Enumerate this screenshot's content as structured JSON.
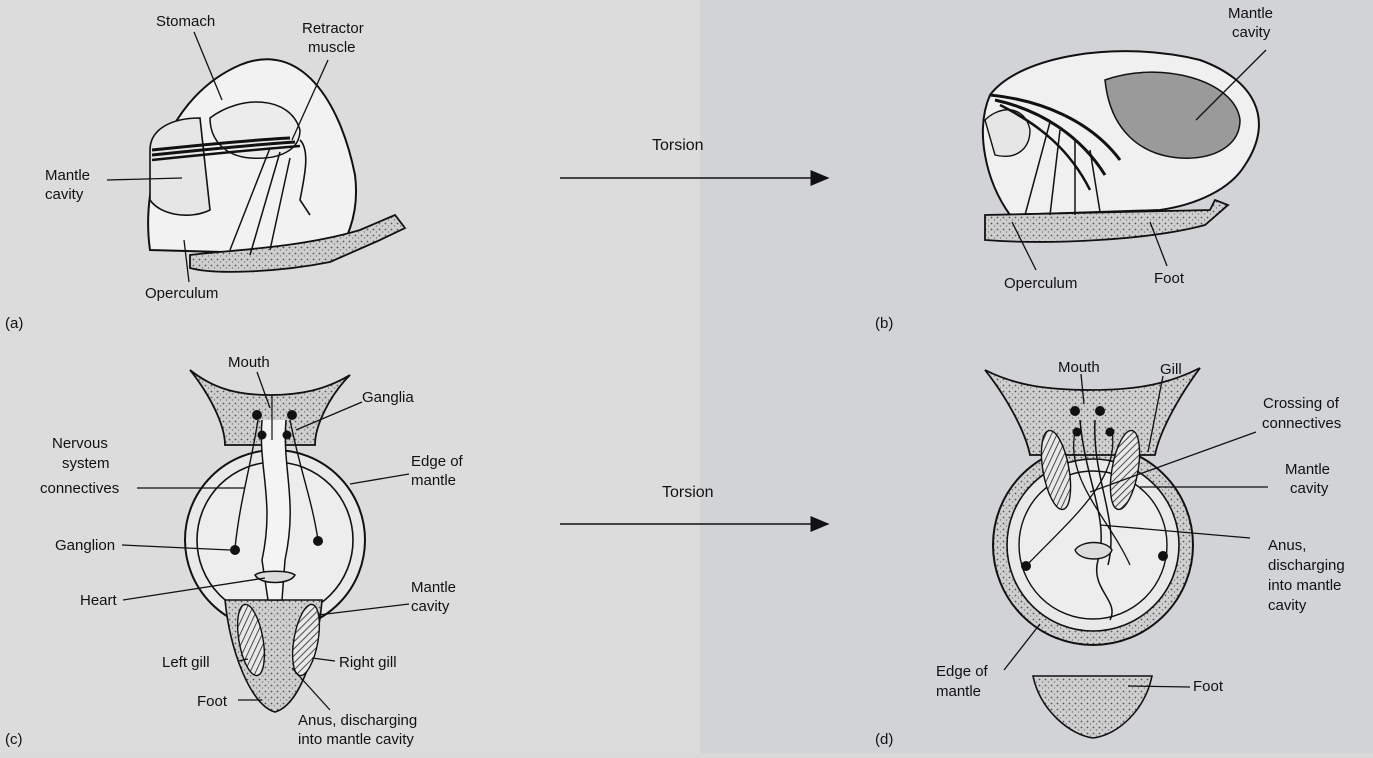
{
  "panels": {
    "a": {
      "letter": "(a)",
      "labels": {
        "stomach": "Stomach",
        "retractor_1": "Retractor",
        "retractor_2": "muscle",
        "mantle_1": "Mantle",
        "mantle_2": "cavity",
        "operculum": "Operculum"
      }
    },
    "b": {
      "letter": "(b)",
      "labels": {
        "mantle_1": "Mantle",
        "mantle_2": "cavity",
        "operculum": "Operculum",
        "foot": "Foot"
      }
    },
    "c": {
      "letter": "(c)",
      "labels": {
        "mouth": "Mouth",
        "ganglia": "Ganglia",
        "nervous_1": "Nervous",
        "nervous_2": "system",
        "nervous_3": "connectives",
        "edge_1": "Edge of",
        "edge_2": "mantle",
        "ganglion": "Ganglion",
        "heart": "Heart",
        "mantle_1": "Mantle",
        "mantle_2": "cavity",
        "left_gill": "Left gill",
        "right_gill": "Right gill",
        "foot": "Foot",
        "anus_1": "Anus, discharging",
        "anus_2": "into mantle cavity"
      }
    },
    "d": {
      "letter": "(d)",
      "labels": {
        "mouth": "Mouth",
        "gill": "Gill",
        "crossing_1": "Crossing of",
        "crossing_2": "connectives",
        "mantle_1": "Mantle",
        "mantle_2": "cavity",
        "anus_1": "Anus,",
        "anus_2": "discharging",
        "anus_3": "into mantle",
        "anus_4": "cavity",
        "edge_1": "Edge of",
        "edge_2": "mantle",
        "foot": "Foot"
      }
    }
  },
  "arrows": {
    "top": "Torsion",
    "bottom": "Torsion"
  },
  "colors": {
    "ink": "#111111",
    "paper": "#d9d9d9",
    "shell": "#efefef",
    "shade": "#9a9a9a"
  }
}
